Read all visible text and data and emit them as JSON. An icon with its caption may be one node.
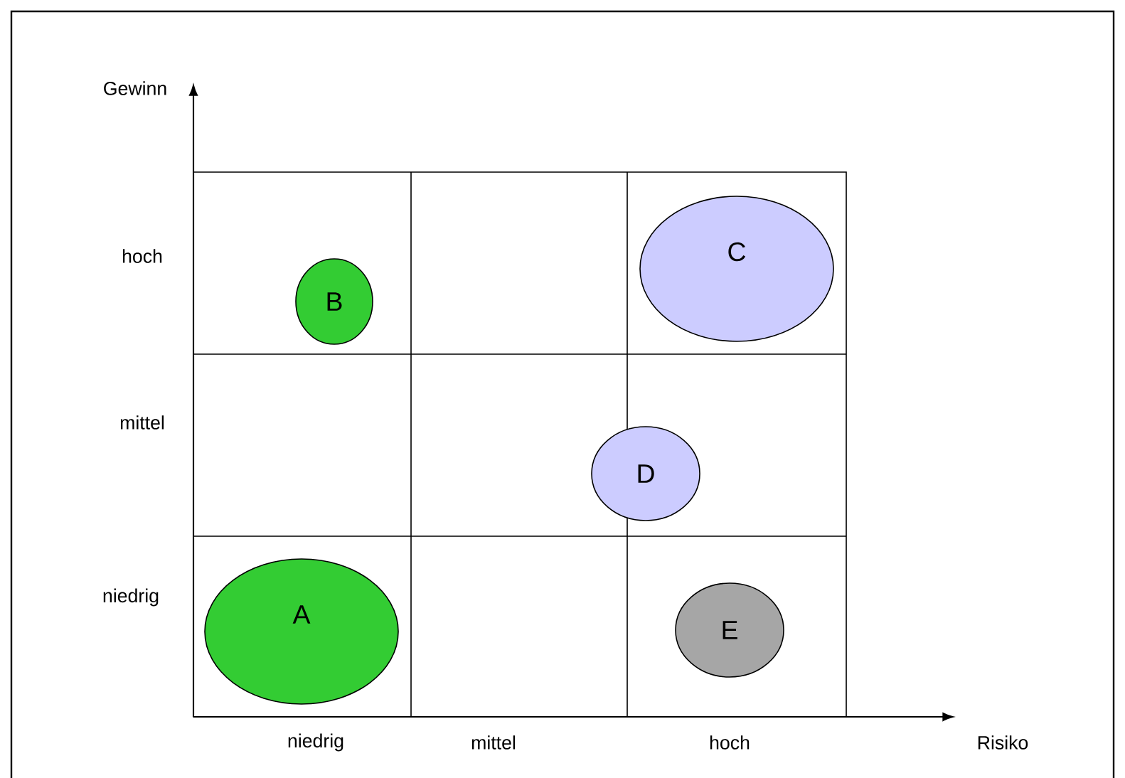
{
  "diagram": {
    "nodes": [
      {
        "text": [
          "B"
        ]
      },
      {
        "text": [
          "C"
        ]
      },
      {
        "text": [
          "D"
        ]
      },
      {
        "text": [
          "A"
        ]
      },
      {
        "text": [
          "E"
        ]
      }
    ],
    "labels": [
      "Gewinn",
      "hoch",
      "mittel",
      "niedrig",
      "niedrig",
      "mittel",
      "hoch",
      "Risiko"
    ]
  }
}
